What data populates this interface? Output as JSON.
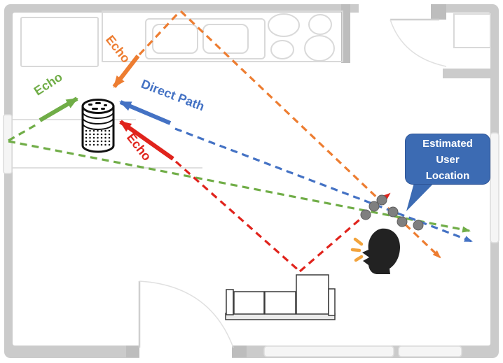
{
  "labels": {
    "echo_top": "Echo",
    "echo_left": "Echo",
    "echo_bottom": "Echo",
    "direct_path": "Direct Path"
  },
  "callout": {
    "line1": "Estimated",
    "line2": "User",
    "line3": "Location"
  },
  "estimated_location_dots": 6,
  "icons": {
    "speaker": "smart-speaker-icon",
    "person": "speaking-person-icon",
    "waves": "sound-waves-icon"
  },
  "colors": {
    "orange": "#ED7D31",
    "green": "#70AD47",
    "red": "#E0231C",
    "blue": "#4472C4",
    "callout_fill": "#3C6BB3",
    "callout_border": "#2F5597",
    "callout_text": "#FFFFFF",
    "dot_fill": "#7F7F7F",
    "dot_edge": "#5E5E5E",
    "wall": "#CBCBCB",
    "wall_dark": "#BDBDBD",
    "fixture_outline": "#D9D9D9",
    "couch_outline": "#3A3A3A",
    "speaker_outline": "#111111",
    "person": "#222222",
    "sound_wave": "#F2A33C"
  }
}
